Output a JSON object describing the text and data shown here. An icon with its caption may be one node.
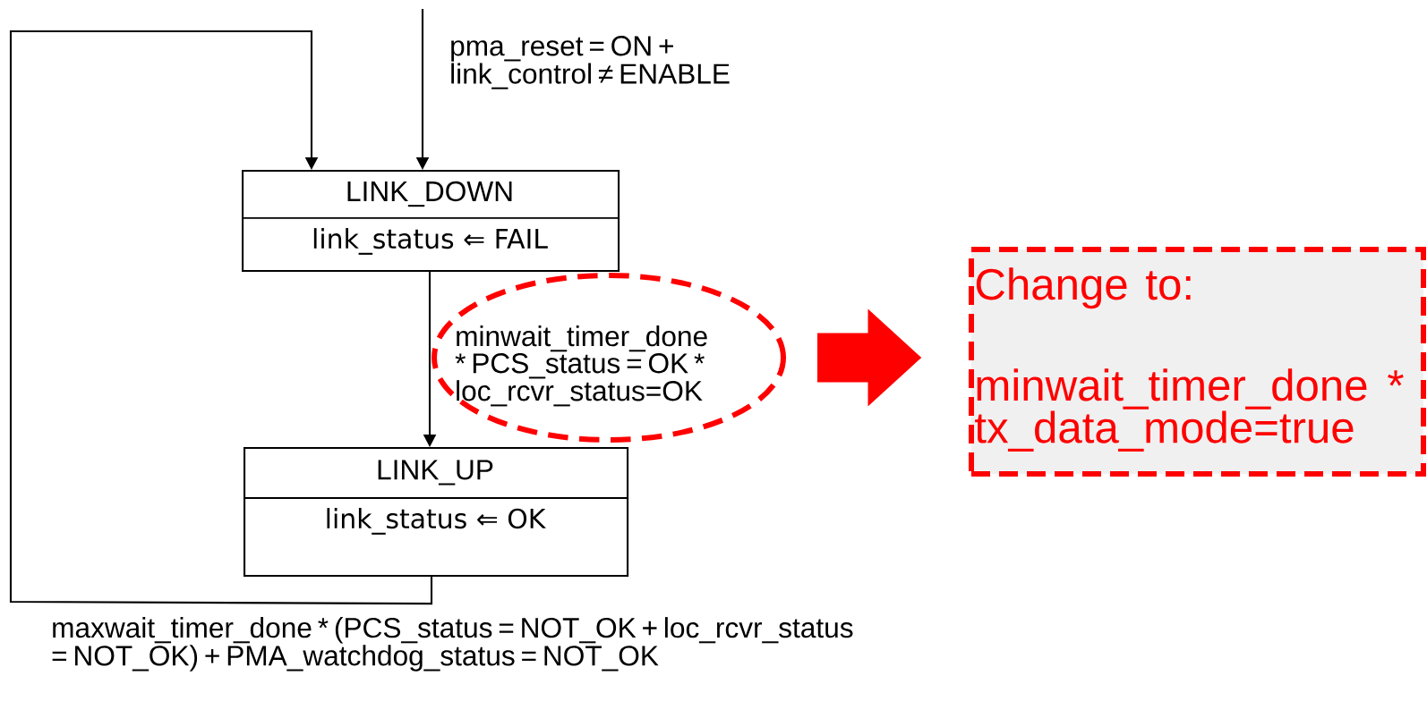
{
  "diagram": {
    "nodes": [
      {
        "text": [
          "LINK_DOWN",
          "link_status ⇐ FAIL"
        ]
      },
      {
        "text": [
          "LINK_UP",
          "link_status ⇐ OK"
        ]
      },
      {
        "text": [],
        "shape": "ellipse"
      },
      {
        "text": [
          "Change to:",
          "minwait_timer_done * tx_data_mode=true"
        ]
      }
    ],
    "edges": [
      {
        "from": null,
        "to": 0,
        "arrow": "to",
        "label": "pma_reset = ON + link_control ≠ ENABLE"
      },
      {
        "from": 0,
        "to": 1,
        "arrow": "to",
        "label": "minwait_timer_done * PCS_status = OK * loc_rcvr_status=OK"
      },
      {
        "from": 1,
        "to": 0,
        "arrow": "to",
        "label": "maxwait_timer_done * (PCS_status = NOT_OK + loc_rcvr_status = NOT_OK) + PMA_watchdog_status = NOT_OK"
      },
      {
        "from": 2,
        "to": 3,
        "arrow": "to",
        "style": "thick",
        "color": "#ff0000"
      }
    ]
  }
}
